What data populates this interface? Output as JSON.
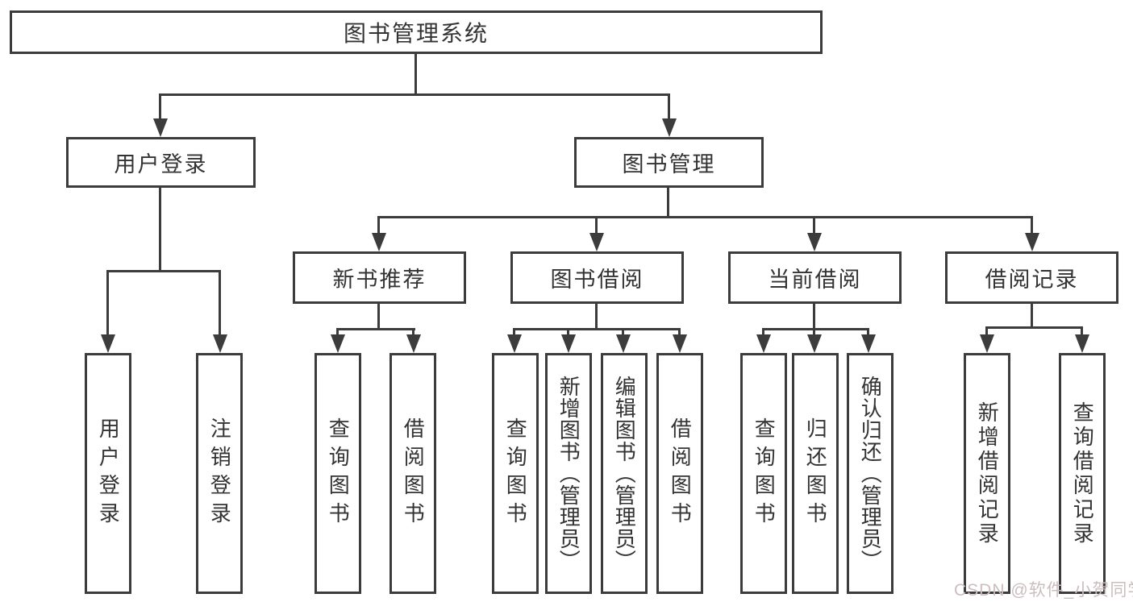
{
  "watermark": "CSDN @软件_小贺同学",
  "colors": {
    "line": "#3c3c3c",
    "text": "#333333",
    "box_background": "#ffffff",
    "watermark": "#ccbdbf"
  },
  "tree": {
    "label": "图书管理系统",
    "children": [
      {
        "label": "用户登录",
        "children": [
          {
            "label": "用户登录"
          },
          {
            "label": "注销登录"
          }
        ]
      },
      {
        "label": "图书管理",
        "children": [
          {
            "label": "新书推荐",
            "children": [
              {
                "label": "查询图书"
              },
              {
                "label": "借阅图书"
              }
            ]
          },
          {
            "label": "图书借阅",
            "children": [
              {
                "label": "查询图书"
              },
              {
                "label": "新增图书（管理员）"
              },
              {
                "label": "编辑图书（管理员）"
              },
              {
                "label": "借阅图书"
              }
            ]
          },
          {
            "label": "当前借阅",
            "children": [
              {
                "label": "查询图书"
              },
              {
                "label": "归还图书"
              },
              {
                "label": "确认归还（管理员）"
              }
            ]
          },
          {
            "label": "借阅记录",
            "children": [
              {
                "label": "新增借阅记录"
              },
              {
                "label": "查询借阅记录"
              }
            ]
          }
        ]
      }
    ]
  }
}
